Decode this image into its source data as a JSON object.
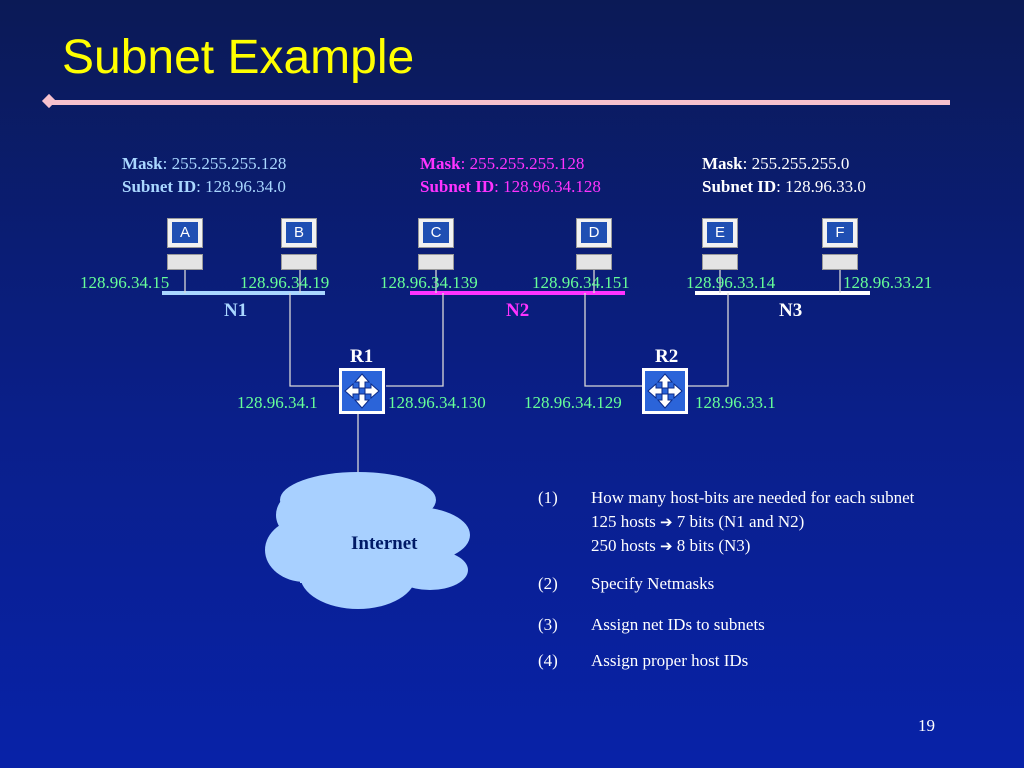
{
  "title": "Subnet Example",
  "colors": {
    "n1": "#a9d7ff",
    "n2": "#ff33ff",
    "n3": "#ffffff",
    "ip": "#66ff99",
    "title": "#ffff00",
    "cloud": "#a8d0ff"
  },
  "subnets": [
    {
      "mask_label": "Mask",
      "mask_value": ": 255.255.255.128",
      "id_label": "Subnet ID",
      "id_value": ": 128.96.34.0",
      "net": "N1"
    },
    {
      "mask_label": "Mask",
      "mask_value": ": 255.255.255.128",
      "id_label": "Subnet ID",
      "id_value": ": 128.96.34.128",
      "net": "N2"
    },
    {
      "mask_label": "Mask",
      "mask_value": ": 255.255.255.0",
      "id_label": "Subnet ID",
      "id_value": ": 128.96.33.0",
      "net": "N3"
    }
  ],
  "hosts": [
    {
      "label": "A",
      "ip": "128.96.34.15"
    },
    {
      "label": "B",
      "ip": "128.96.34.19"
    },
    {
      "label": "C",
      "ip": "128.96.34.139"
    },
    {
      "label": "D",
      "ip": "128.96.34.151"
    },
    {
      "label": "E",
      "ip": "128.96.33.14"
    },
    {
      "label": "F",
      "ip": "128.96.33.21"
    }
  ],
  "routers": [
    {
      "label": "R1",
      "left_ip": "128.96.34.1",
      "right_ip": "128.96.34.130"
    },
    {
      "label": "R2",
      "left_ip": "128.96.34.129",
      "right_ip": "128.96.33.1"
    }
  ],
  "internet_label": "Internet",
  "steps": [
    {
      "num": "(1)",
      "text": "How many host-bits are needed for each subnet",
      "sub": [
        {
          "pre": "125 hosts",
          "post": "7 bits (N1 and N2)"
        },
        {
          "pre": "250 hosts",
          "post": "8 bits (N3)"
        }
      ]
    },
    {
      "num": "(2)",
      "text": "Specify Netmasks"
    },
    {
      "num": "(3)",
      "text": "Assign net IDs to subnets"
    },
    {
      "num": "(4)",
      "text": "Assign proper host IDs"
    }
  ],
  "page_number": "19"
}
